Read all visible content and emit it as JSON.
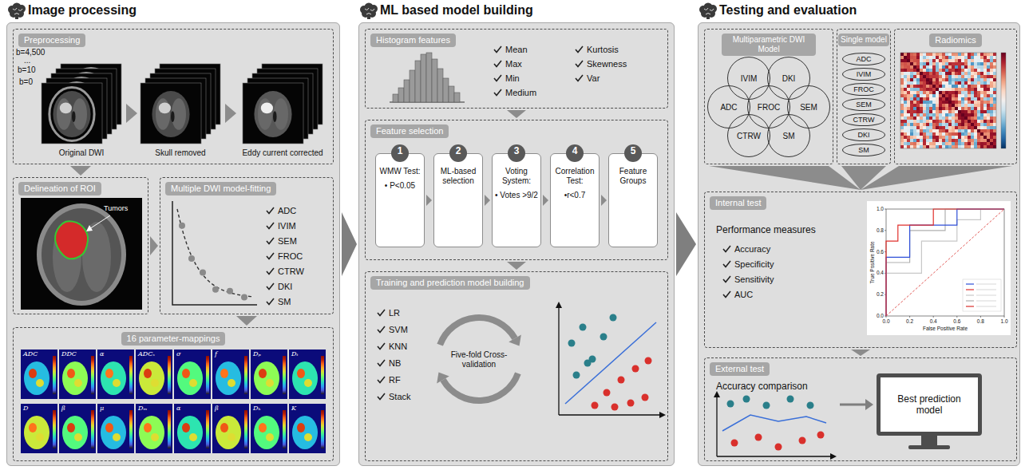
{
  "diagram": {
    "nodes": [
      {
        "text": [
          "Image processing"
        ]
      },
      {
        "text": [
          "Preprocessing"
        ],
        "in": 0
      },
      {
        "text": [
          "Delineation of ROI"
        ],
        "in": 0
      },
      {
        "text": [
          "Multiple DWI model-fitting",
          "ADC",
          "IVIM",
          "SEM",
          "FROC",
          "CTRW",
          "DKI",
          "SM"
        ],
        "in": 0
      },
      {
        "text": [
          "16 parameter-mappings"
        ],
        "in": 0
      },
      {
        "text": [
          "ML based model building"
        ]
      },
      {
        "text": [
          "Histogram features",
          "Mean",
          "Max",
          "Min",
          "Medium",
          "Kurtosis",
          "Skewness",
          "Var"
        ],
        "in": 5
      },
      {
        "text": [
          "Feature selection"
        ],
        "in": 5
      },
      {
        "text": [
          "WMW Test:",
          "• P<0.05"
        ],
        "in": 7
      },
      {
        "text": [
          "1"
        ],
        "in": 8
      },
      {
        "text": [
          "ML-based selection"
        ],
        "in": 7
      },
      {
        "text": [
          "2"
        ],
        "in": 10
      },
      {
        "text": [
          "Voting System:",
          "• Votes >9/2"
        ],
        "in": 7
      },
      {
        "text": [
          "3"
        ],
        "in": 12
      },
      {
        "text": [
          "Correlation Test:",
          "•r<0.7"
        ],
        "in": 7
      },
      {
        "text": [
          "4"
        ],
        "in": 14
      },
      {
        "text": [
          "Feature Groups"
        ],
        "in": 7
      },
      {
        "text": [
          "5"
        ],
        "in": 16
      },
      {
        "text": [
          "Training and prediction model building",
          "LR",
          "SVM",
          "KNN",
          "NB",
          "RF",
          "Stack"
        ],
        "in": 5
      },
      {
        "text": [
          "Testing and evaluation"
        ]
      },
      {
        "text": [
          "Multiparametric DWI Model"
        ],
        "in": 19
      },
      {
        "text": [
          "IVIM"
        ],
        "in": 20
      },
      {
        "text": [
          "DKI"
        ],
        "in": 20
      },
      {
        "text": [
          "ADC"
        ],
        "in": 20
      },
      {
        "text": [
          "FROC"
        ],
        "in": 20
      },
      {
        "text": [
          "SEM"
        ],
        "in": 20
      },
      {
        "text": [
          "CTRW"
        ],
        "in": 20
      },
      {
        "text": [
          "SM"
        ],
        "in": 20
      },
      {
        "text": [
          "Single model"
        ],
        "in": 19
      },
      {
        "text": [
          "ADC"
        ],
        "in": 28
      },
      {
        "text": [
          "IVIM"
        ],
        "in": 28
      },
      {
        "text": [
          "FROC"
        ],
        "in": 28
      },
      {
        "text": [
          "SEM"
        ],
        "in": 28
      },
      {
        "text": [
          "CTRW"
        ],
        "in": 28
      },
      {
        "text": [
          "DKI"
        ],
        "in": 28
      },
      {
        "text": [
          "SM"
        ],
        "in": 28
      },
      {
        "text": [
          "Radiomics"
        ],
        "in": 19
      },
      {
        "text": [
          "Internal test",
          "Performance measures",
          "Accuracy",
          "Specificity",
          "Sensitivity",
          "AUC"
        ],
        "in": 19
      },
      {
        "text": [
          "External test",
          "Accuracy comparison"
        ],
        "in": 19
      },
      {
        "text": [
          "Best prediction model"
        ],
        "in": 38
      }
    ],
    "edges": [
      {
        "from": 0,
        "to": 5,
        "arrow": "to"
      },
      {
        "from": 5,
        "to": 19,
        "arrow": "to"
      },
      {
        "from": 1,
        "to": 2,
        "arrow": "to"
      },
      {
        "from": 2,
        "to": 3,
        "arrow": "to"
      },
      {
        "from": 3,
        "to": 4,
        "arrow": "to"
      },
      {
        "from": 6,
        "to": 7,
        "arrow": "to"
      },
      {
        "from": 7,
        "to": 18,
        "arrow": "to"
      },
      {
        "from": 8,
        "to": 10,
        "arrow": "to"
      },
      {
        "from": 10,
        "to": 12,
        "arrow": "to"
      },
      {
        "from": 12,
        "to": 14,
        "arrow": "to"
      },
      {
        "from": 14,
        "to": 16,
        "arrow": "to"
      },
      {
        "from": 20,
        "to": 37,
        "arrow": "to"
      },
      {
        "from": 28,
        "to": 37,
        "arrow": "to"
      },
      {
        "from": 36,
        "to": 37,
        "arrow": "to"
      },
      {
        "from": 37,
        "to": 38,
        "arrow": "to"
      }
    ],
    "labels": [
      "b=4,500",
      "...",
      "b=10",
      "b=0",
      "Original DWI",
      "Skull removed",
      "Eddy current corrected",
      "Tumors",
      "ADC",
      "DDC",
      "α",
      "ADCₛ",
      "σ",
      "f",
      "Dₚ",
      "Dₜ",
      "D",
      "β",
      "μ",
      "Dₘ",
      "α",
      "β",
      "Dₖ",
      "K",
      "Five-fold Cross-validation",
      "True Positive Rate",
      "False Positive Rate",
      "0.0",
      "0.2",
      "0.4",
      "0.6",
      "0.8",
      "1.0",
      "0.0",
      "0.2",
      "0.4",
      "0.6",
      "0.8",
      "1.0"
    ]
  }
}
